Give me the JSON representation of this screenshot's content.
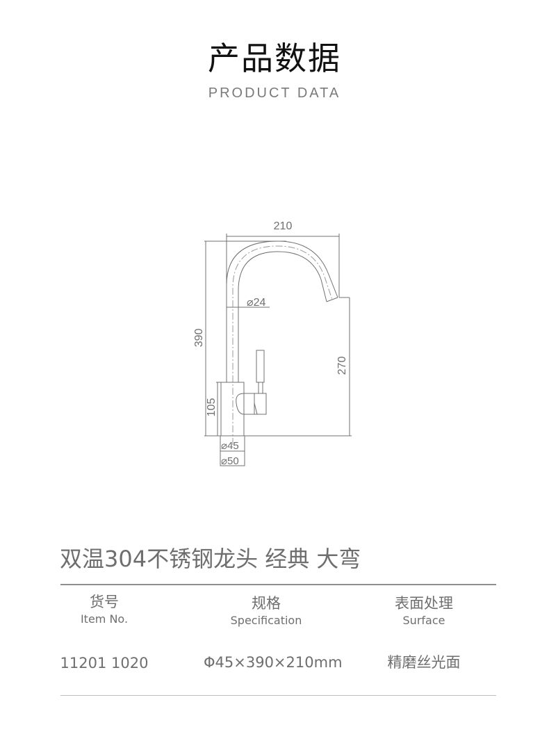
{
  "header": {
    "title": "产品数据",
    "subtitle": "PRODUCT DATA"
  },
  "drawing": {
    "dimensions": {
      "width": "210",
      "height_total": "390",
      "spout_diameter": "⌀24",
      "spout_height": "270",
      "base_height": "105",
      "base_inner_diameter": "⌀45",
      "base_outer_diameter": "⌀50"
    },
    "line_color": "#6f6f6f"
  },
  "product": {
    "name": "双温304不锈钢龙头 经典 大弯"
  },
  "spec_table": {
    "columns": [
      {
        "label_zh": "货号",
        "label_en": "Item No.",
        "value": "11201 1020"
      },
      {
        "label_zh": "规格",
        "label_en": "Specification",
        "value": "Φ45×390×210mm"
      },
      {
        "label_zh": "表面处理",
        "label_en": "Surface",
        "value": "精磨丝光面"
      }
    ]
  },
  "colors": {
    "title": "#111111",
    "subtitle": "#7a7a7a",
    "body_text": "#6e6e6e",
    "rule": "#8e8e8e"
  }
}
